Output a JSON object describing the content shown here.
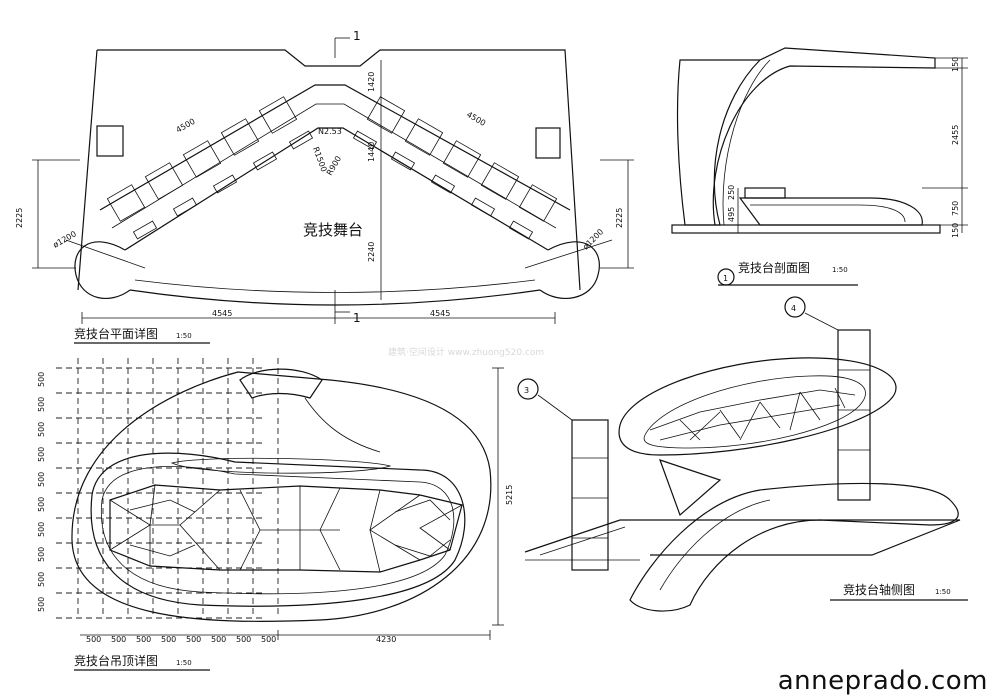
{
  "plan": {
    "title": "竞技台平面详图",
    "scale": "1:50",
    "stage_label": "竞技舞台",
    "section_mark": "1",
    "dims": {
      "top_left": "4500",
      "top_right": "4500",
      "bottom_left": "4545",
      "bottom_right": "4545",
      "left_height": "2225",
      "right_height": "2225",
      "center_height": "2240",
      "top_1420": "1420",
      "mid_1440": "1440",
      "r1500": "R1500",
      "r900": "R900",
      "n253": "N2.53",
      "dia_left": "ø1200",
      "dia_right": "ø1200"
    }
  },
  "section": {
    "title": "竞技台剖面图",
    "scale": "1:50",
    "marker": "1",
    "dims": {
      "d150a": "150",
      "d2455": "2455",
      "d750": "750",
      "d150b": "150",
      "d250": "250",
      "d495": "495"
    }
  },
  "ceiling": {
    "title": "竞技台吊顶详图",
    "scale": "1:50",
    "rows": [
      "500",
      "500",
      "500",
      "500",
      "500",
      "500",
      "500",
      "500",
      "500",
      "500"
    ],
    "cols": [
      "500",
      "500",
      "500",
      "500",
      "500",
      "500",
      "500",
      "500"
    ],
    "right_width": "4230",
    "height": "5215"
  },
  "axon": {
    "title": "竞技台轴侧图",
    "scale": "1:50",
    "marker3": "3",
    "marker4": "4"
  },
  "watermark": "建筑·空间设计 www.zhuong520.com",
  "site": "anneprado.com"
}
